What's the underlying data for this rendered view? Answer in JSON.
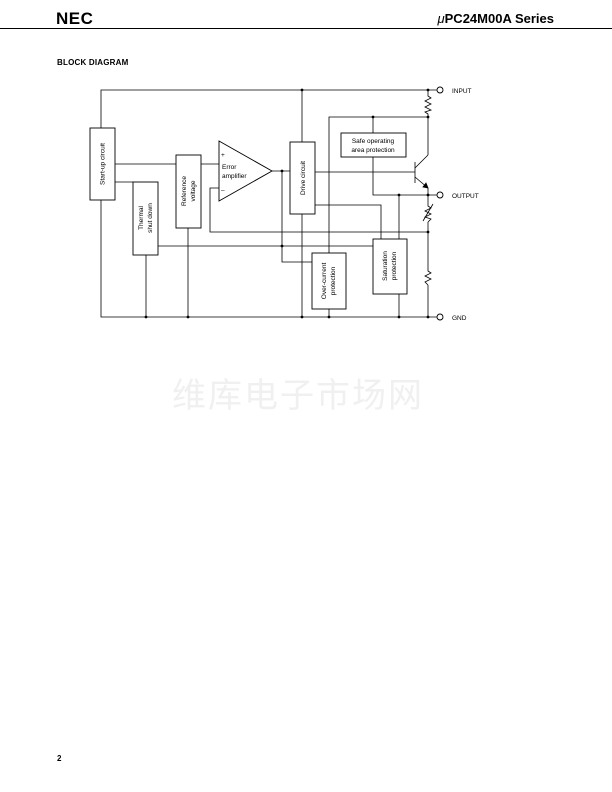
{
  "header": {
    "logo": "NEC",
    "title_prefix": "μ",
    "title": "PC24M00A Series"
  },
  "section_title": "BLOCK  DIAGRAM",
  "diagram": {
    "blocks": {
      "startup": "Start-up circuit",
      "thermal_line1": "Thermal",
      "thermal_line2": "shut down",
      "reference_line1": "Reference",
      "reference_line2": "voltage",
      "error_amp_line1": "Error",
      "error_amp_line2": "amplifier",
      "error_amp_plus": "+",
      "error_amp_minus": "–",
      "drive": "Drive circuit",
      "soa_line1": "Safe operating",
      "soa_line2": "area protection",
      "overcurrent_line1": "Over-current",
      "overcurrent_line2": "protection",
      "saturation_line1": "Saturation",
      "saturation_line2": "protection"
    },
    "terminals": {
      "input": "INPUT",
      "output": "OUTPUT",
      "gnd": "GND"
    }
  },
  "watermark": "维库电子市场网",
  "page_number": "2"
}
